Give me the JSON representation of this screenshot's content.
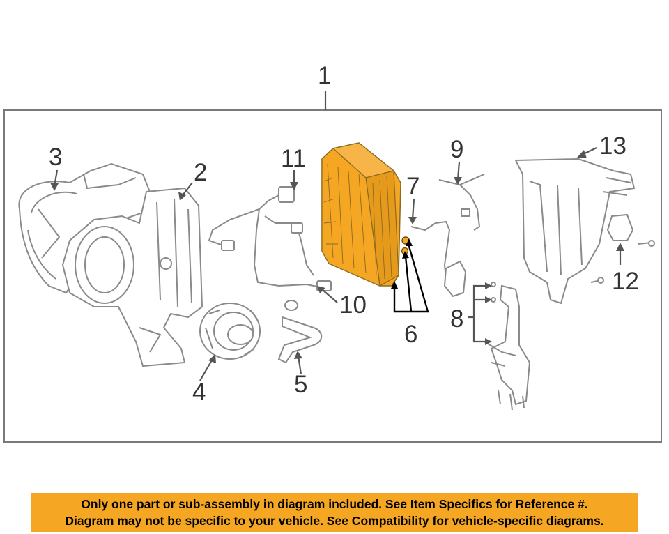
{
  "diagram": {
    "assembly_label": "1",
    "callouts": {
      "c2": "2",
      "c3": "3",
      "c4": "4",
      "c5": "5",
      "c6": "6",
      "c7": "7",
      "c8": "8",
      "c9": "9",
      "c10": "10",
      "c11": "11",
      "c12": "12",
      "c13": "13"
    },
    "highlight_color": "#f5a623",
    "frame_color": "#7a7a7a"
  },
  "disclaimer": {
    "line1": "Only one part or sub-assembly in diagram included. See Item Specifics for Reference #.",
    "line2": "Diagram may not be specific to your vehicle. See Compatibility for vehicle-specific diagrams.",
    "background": "#f5a623"
  }
}
